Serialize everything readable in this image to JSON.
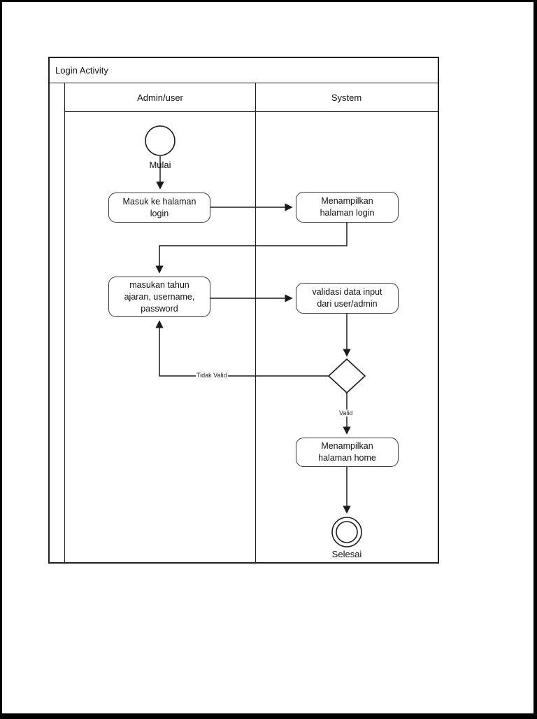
{
  "diagram": {
    "title": "Login Activity",
    "lanes": [
      {
        "label": "Admin/user"
      },
      {
        "label": "System"
      }
    ],
    "nodes": {
      "start_label": "Mulai",
      "enter_login_page": "Masuk ke halaman\nlogin",
      "show_login_page": "Menampilkan\nhalaman login",
      "input_credentials": "masukan tahun\najaran, username,\npassword",
      "validate_input": "validasi data input\ndari user/admin",
      "show_home_page": "Menampilkan\nhalaman home",
      "end_label": "Selesai"
    },
    "edge_labels": {
      "invalid": "Tidak Valid",
      "valid": "Valid"
    },
    "colors": {
      "line": "#1a1a1a",
      "node_border": "#3a3a3a",
      "background": "#ffffff",
      "outer_border": "#000000"
    }
  }
}
